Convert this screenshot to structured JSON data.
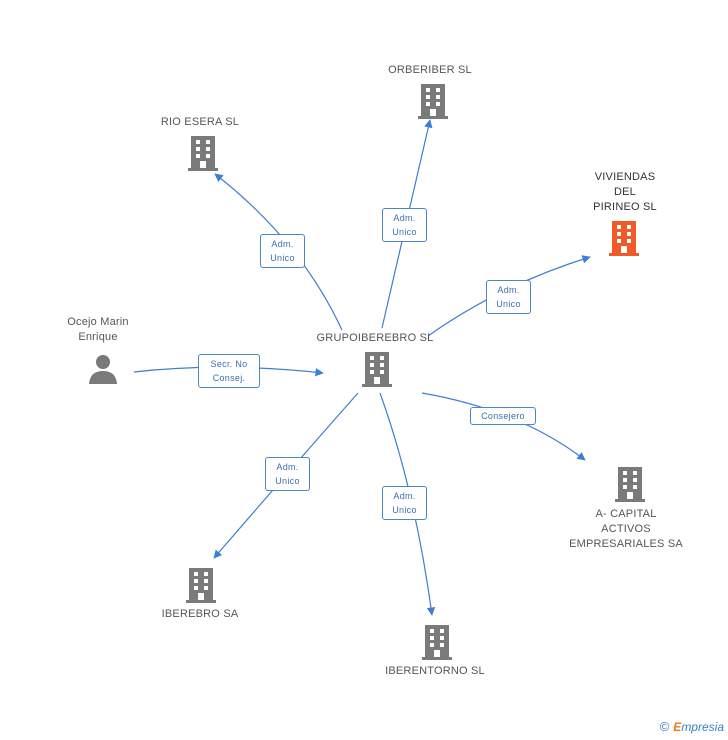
{
  "nodes": {
    "center": {
      "label": "GRUPOIBEREBRO SL"
    },
    "orberiber": {
      "label": "ORBERIBER SL"
    },
    "rio_esera": {
      "label": "RIO ESERA SL"
    },
    "viviendas": {
      "label": "VIVIENDAS\nDEL\nPIRINEO SL"
    },
    "ocejo": {
      "label": "Ocejo Marin\nEnrique"
    },
    "a_capital": {
      "label": "A- CAPITAL\nACTIVOS\nEMPRESARIALES SA"
    },
    "iberebro": {
      "label": "IBEREBRO SA"
    },
    "iberentorno": {
      "label": "IBERENTORNO SL"
    }
  },
  "edges": {
    "rio_esera": "Adm.\nUnico",
    "orberiber": "Adm.\nUnico",
    "viviendas": "Adm.\nUnico",
    "ocejo": "Secr. No\nConsej.",
    "a_capital": "Consejero",
    "iberebro": "Adm.\nUnico",
    "iberentorno": "Adm.\nUnico"
  },
  "colors": {
    "building": "#7a7a7a",
    "highlight": "#f05a28",
    "edge": "#3d7fd1"
  },
  "icons": {
    "company": "building-icon",
    "person": "person-icon"
  },
  "brand": {
    "copyright": "©",
    "e": "E",
    "rest": "mpresia"
  }
}
